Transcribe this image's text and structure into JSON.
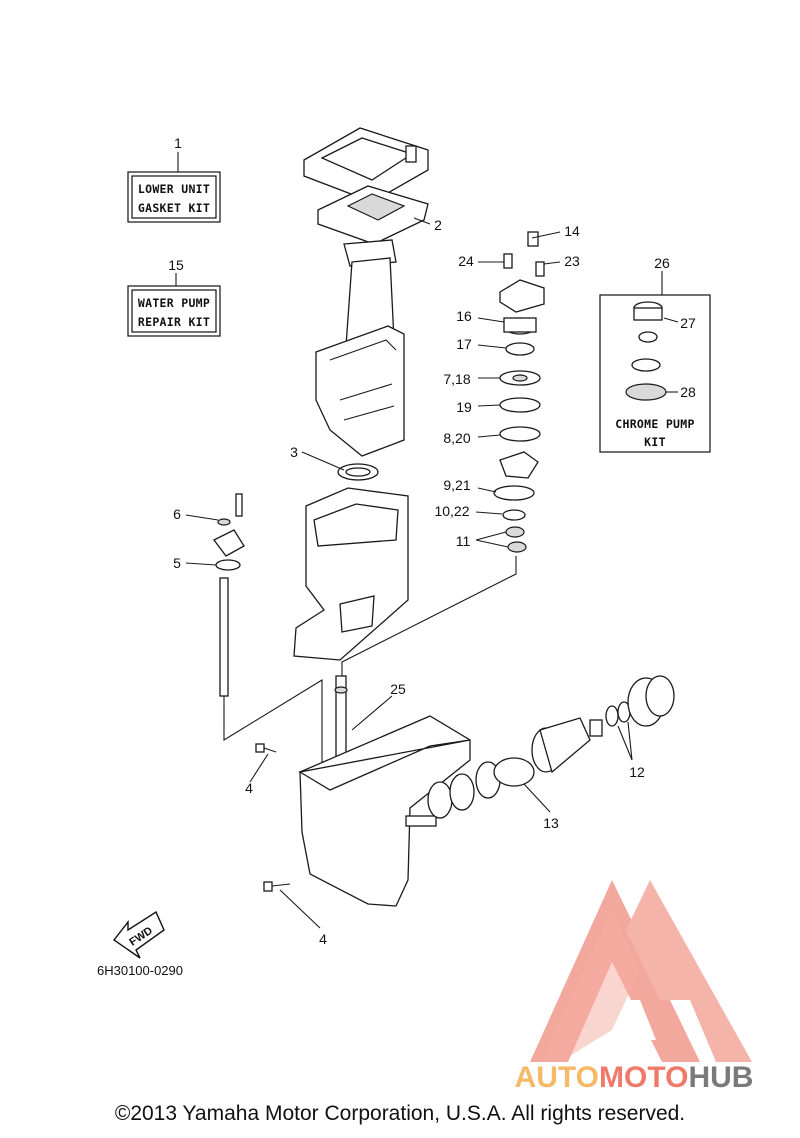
{
  "callouts": {
    "c1": "1",
    "c2": "2",
    "c3": "3",
    "c4a": "4",
    "c4b": "4",
    "c5": "5",
    "c6": "6",
    "c7_18": "7,18",
    "c8_20": "8,20",
    "c9_21": "9,21",
    "c10_22": "10,22",
    "c11": "11",
    "c12": "12",
    "c13": "13",
    "c14": "14",
    "c15": "15",
    "c16": "16",
    "c17": "17",
    "c19": "19",
    "c23": "23",
    "c24": "24",
    "c25": "25",
    "c26": "26",
    "c27": "27",
    "c28": "28"
  },
  "kits": {
    "gasket_line1": "LOWER UNIT",
    "gasket_line2": "GASKET KIT",
    "pump_line1": "WATER PUMP",
    "pump_line2": "REPAIR KIT",
    "chrome_line1": "CHROME PUMP",
    "chrome_line2": "KIT"
  },
  "fwd_label": "FWD",
  "diagram_code": "6H30100-0290",
  "watermark": {
    "part1": "AUTO",
    "part2": "MOTO",
    "part3": "HUB",
    "color1": "#f6b968",
    "color2": "#f07a6a",
    "color3": "#7a7a7a",
    "logo_color": "#f29a8e"
  },
  "copyright": "©2013 Yamaha Motor Corporation, U.S.A. All rights reserved."
}
